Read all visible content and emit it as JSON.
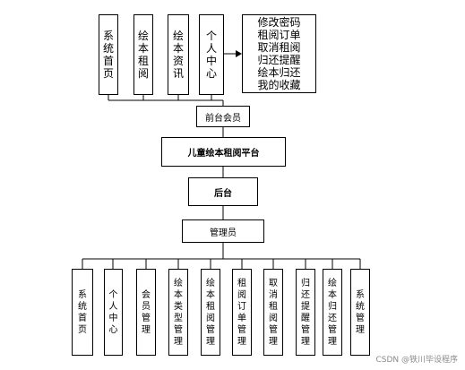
{
  "frontend": {
    "modules": [
      "系统首页",
      "绘本租阅",
      "绘本资讯",
      "个人中心"
    ],
    "personal_center_items": "修改密码\n租阅订单\n取消租阅\n归还提醒\n绘本归还\n我的收藏",
    "role_label": "前台会员"
  },
  "platform_label": "儿童绘本租阅平台",
  "backend": {
    "label": "后台",
    "role_label": "管理员",
    "modules": [
      "系统首页",
      "个人中心",
      "会员管理",
      "绘本类型管理",
      "绘本租阅管理",
      "租阅订单管理",
      "取消租阅管理",
      "归还提醒管理",
      "绘本归还管理",
      "系统管理"
    ]
  },
  "watermark": "CSDN @铁川毕设程序",
  "colors": {
    "line": "#000000",
    "box_fill": "#ffffff",
    "watermark": "#8a8a8a"
  }
}
